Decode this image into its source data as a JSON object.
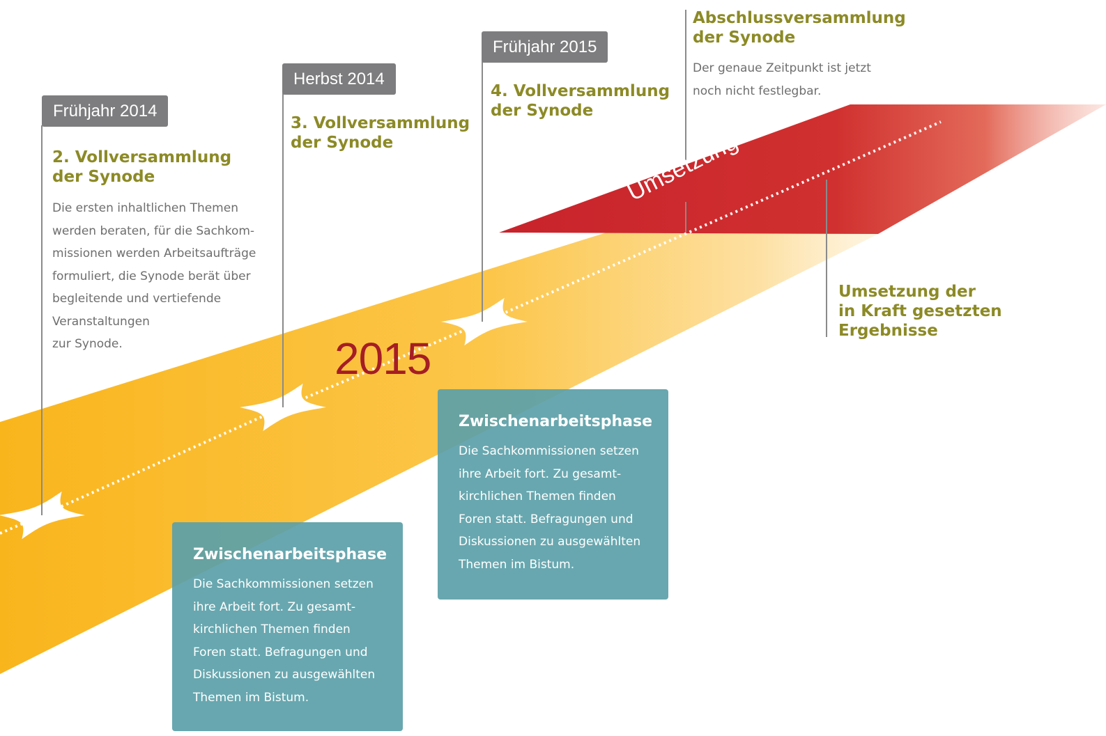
{
  "year_label": "2015",
  "band_label": "Umsetzung",
  "milestones": [
    {
      "date": "Frühjahr 2014",
      "title_lines": [
        "2. Vollversammlung",
        "der Synode"
      ],
      "body_lines": [
        "Die ersten inhaltlichen Themen",
        "werden beraten, für die Sachkom-",
        "missionen werden Arbeitsaufträge",
        "formuliert, die Synode berät über",
        "begleitende und vertiefende",
        "Veranstaltungen",
        "zur Synode."
      ]
    },
    {
      "date": "Herbst 2014",
      "title_lines": [
        "3. Vollversammlung",
        "der Synode"
      ]
    },
    {
      "date": "Frühjahr 2015",
      "title_lines": [
        "4. Vollversammlung",
        "der Synode"
      ]
    },
    {
      "title_lines": [
        "Abschlussversammlung",
        "der Synode"
      ],
      "body_lines": [
        "Der genaue Zeitpunkt ist jetzt",
        "noch nicht festlegbar."
      ]
    }
  ],
  "result": {
    "title_lines": [
      "Umsetzung der",
      "in Kraft gesetzten",
      "Ergebnisse"
    ]
  },
  "phases": [
    {
      "title": "Zwischenarbeitsphase",
      "body_lines": [
        "Die Sachkommissionen setzen",
        "ihre Arbeit fort. Zu gesamt-",
        "kirchlichen Themen finden",
        "Foren statt. Befragungen und",
        "Diskussionen zu ausgewählten",
        "Themen im Bistum."
      ]
    },
    {
      "title": "Zwischenarbeitsphase",
      "body_lines": [
        "Die Sachkommissionen setzen",
        "ihre Arbeit fort. Zu gesamt-",
        "kirchlichen Themen finden",
        "Foren statt. Befragungen und",
        "Diskussionen zu ausgewählten",
        "Themen im Bistum."
      ]
    }
  ],
  "colors": {
    "band_yellow": "#f9b51c",
    "band_red": "#c8232c",
    "heading_olive": "#8c8a26",
    "year_red": "#a51d25",
    "date_tag_gray": "#7d7d7f",
    "phase_box_teal": "#5da0a9"
  },
  "icons": [
    "cross-marker-icon",
    "cross-marker-icon",
    "cross-marker-icon",
    "cross-marker-icon"
  ]
}
